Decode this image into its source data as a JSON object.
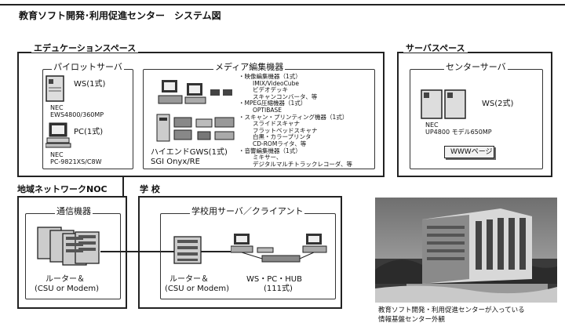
{
  "title": "教育ソフト開発･利用促進センター　システム図",
  "edu_space": {
    "label": "エデュケーションスペース",
    "pilot_server": {
      "label": "パイロットサーバ",
      "ws": "WS(1式)",
      "ws_model_line1": "NEC",
      "ws_model_line2": "EWS4800/360MP",
      "pc": "PC(1式)",
      "pc_model_line1": "NEC",
      "pc_model_line2": "PC-9821XS/C8W"
    },
    "media": {
      "label": "メディア編集機器",
      "highend_label": "ハイエンドGWS(1式)",
      "highend_model": "SGI Onyx/RE",
      "list": [
        "・映像編集機器（1式）",
        "IMIX/VideoCube",
        "ビデオデッキ",
        "スキャンコンバータ、等",
        "・MPEG圧縮機器（1式）",
        "OPTIBASE",
        "・スキャン・プリンティング機器（1式）",
        "スライドスキャナ",
        "フラットベッドスキャナ",
        "白黒・カラープリンタ",
        "CD-ROMライタ、等",
        "・音響編集機器（1式）",
        "ミキサー、",
        "デジタルマルチトラックレコーダ、等"
      ]
    }
  },
  "server_space": {
    "label": "サーバスペース",
    "center_server": {
      "label": "センターサーバ",
      "ws": "WS(2式)",
      "model_line1": "NEC",
      "model_line2": "UP4800 モデル650MP",
      "www": "WWWページ"
    }
  },
  "noc": {
    "label": "地域ネットワークNOC",
    "comm_label": "通信機器",
    "router_line1": "ルーター＆",
    "router_line2": "(CSU or Modem)"
  },
  "school": {
    "label": "学 校",
    "sub_label": "学校用サーバ／クライアント",
    "router_line1": "ルーター＆",
    "router_line2": "(CSU or Modem)",
    "ws_line1": "WS・PC・HUB",
    "ws_line2": "(111式)"
  },
  "photo": {
    "caption_line1": "教育ソフト開発・利用促進センターが入っている",
    "caption_line2": "情報基盤センター外観"
  }
}
